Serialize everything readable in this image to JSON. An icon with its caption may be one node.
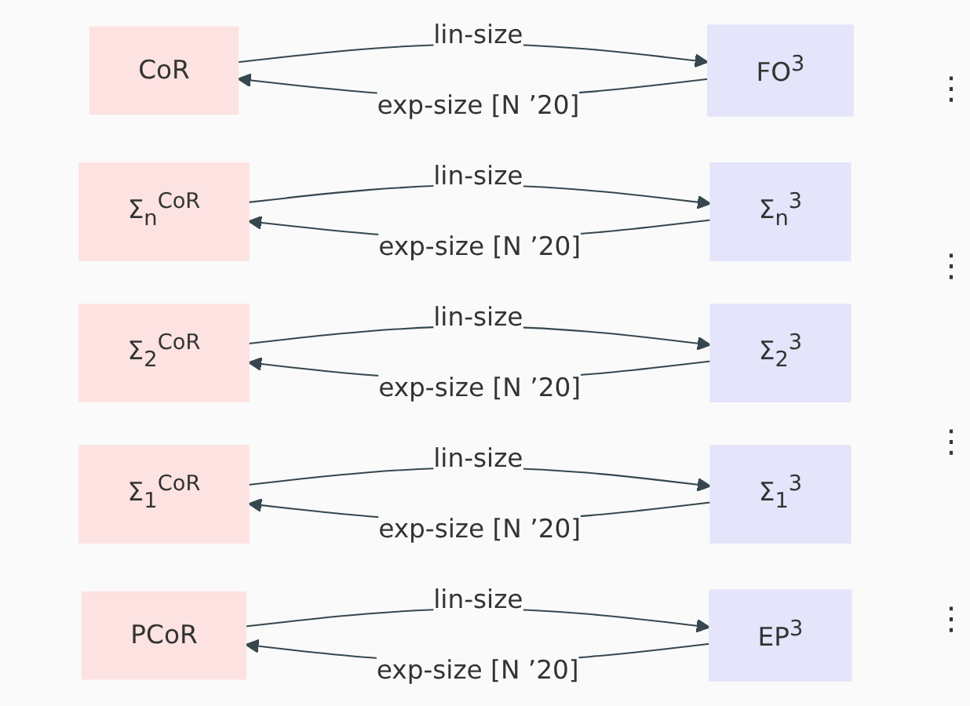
{
  "diagram": {
    "nodes": [
      {
        "text": [
          "CoR"
        ]
      },
      {
        "text": [
          "FO$^{3}$"
        ]
      },
      {
        "text": [
          "Σ$_{n}$$^{CoR}$"
        ]
      },
      {
        "text": [
          "Σ$_{n}$$^{3}$"
        ]
      },
      {
        "text": [
          "Σ$_{2}$$^{CoR}$"
        ]
      },
      {
        "text": [
          "Σ$_{2}$$^{3}$"
        ]
      },
      {
        "text": [
          "Σ$_{1}$$^{CoR}$"
        ]
      },
      {
        "text": [
          "Σ$_{1}$$^{3}$"
        ]
      },
      {
        "text": [
          "PCoR"
        ]
      },
      {
        "text": [
          "EP$^{3}$"
        ]
      }
    ],
    "edges": [
      {
        "from": 0,
        "to": 1,
        "arrow": "to",
        "label": "lin-size"
      },
      {
        "from": 1,
        "to": 0,
        "arrow": "to",
        "label": "exp-size [N ’20]"
      },
      {
        "from": 2,
        "to": 3,
        "arrow": "to",
        "label": "lin-size"
      },
      {
        "from": 3,
        "to": 2,
        "arrow": "to",
        "label": "exp-size [N ’20]"
      },
      {
        "from": 4,
        "to": 5,
        "arrow": "to",
        "label": "lin-size"
      },
      {
        "from": 5,
        "to": 4,
        "arrow": "to",
        "label": "exp-size [N ’20]"
      },
      {
        "from": 6,
        "to": 7,
        "arrow": "to",
        "label": "lin-size"
      },
      {
        "from": 7,
        "to": 6,
        "arrow": "to",
        "label": "exp-size [N ’20]"
      },
      {
        "from": 8,
        "to": 9,
        "arrow": "to",
        "label": "lin-size"
      },
      {
        "from": 9,
        "to": 8,
        "arrow": "to",
        "label": "exp-size [N ’20]"
      }
    ],
    "labels": [
      "⋮",
      "⋮",
      "⋮",
      "⋮"
    ]
  }
}
